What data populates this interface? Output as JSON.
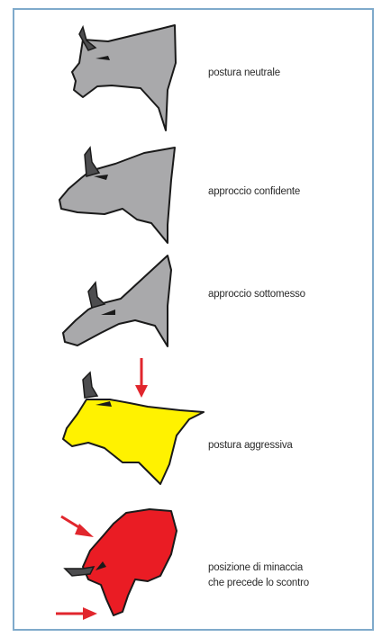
{
  "rows": [
    {
      "label": "postura neutrale",
      "color": "#a9a9ab"
    },
    {
      "label": "approccio confidente",
      "color": "#a9a9ab"
    },
    {
      "label": "approccio sottomesso",
      "color": "#a9a9ab"
    },
    {
      "label": "postura aggressiva",
      "color": "#fff200"
    },
    {
      "label": [
        "posizione di minaccia",
        "che precede lo scontro"
      ],
      "color": "#ea1c24"
    }
  ],
  "colors": {
    "frame": "#7faacb",
    "arrow": "#e1262d",
    "outline": "#1a1a1a",
    "horn": "#4d4d4f"
  }
}
